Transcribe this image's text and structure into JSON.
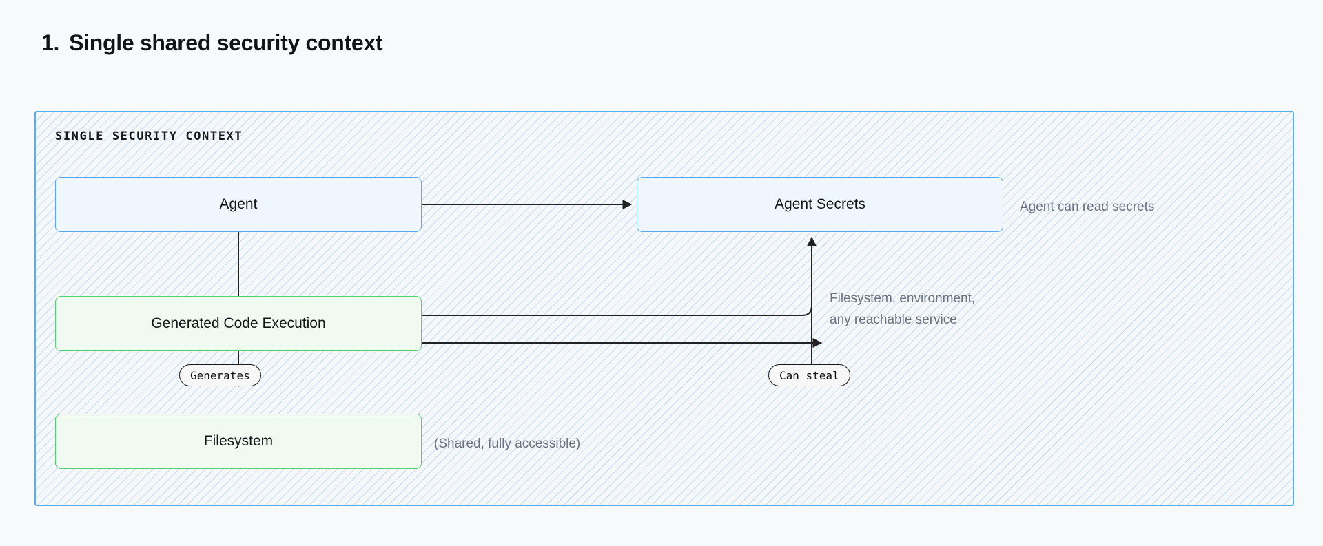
{
  "heading": {
    "number": "1.",
    "title": "Single shared security context"
  },
  "diagram": {
    "container_label": "SINGLE SECURITY CONTEXT",
    "nodes": [
      {
        "id": "agent",
        "label": "Agent",
        "kind": "blue"
      },
      {
        "id": "secrets",
        "label": "Agent Secrets",
        "kind": "blue"
      },
      {
        "id": "codeexec",
        "label": "Generated Code Execution",
        "kind": "green"
      },
      {
        "id": "filesystem",
        "label": "Filesystem",
        "kind": "green"
      }
    ],
    "edges": [
      {
        "from": "agent",
        "to": "secrets",
        "label": ""
      },
      {
        "from": "agent",
        "to": "codeexec",
        "label": "Generates"
      },
      {
        "from": "codeexec",
        "to": "secrets",
        "label": "Can steal"
      },
      {
        "from": "codeexec",
        "to": "reach",
        "label": ""
      }
    ],
    "edge_labels": {
      "generates": "Generates",
      "can_steal": "Can steal"
    },
    "annotations": {
      "agent_can_read_secrets": "Agent can read secrets",
      "reachable": "Filesystem, environment,\nany reachable service",
      "filesystem_shared": "(Shared, fully accessible)"
    }
  },
  "colors": {
    "page_background": "#f8f9fa",
    "container_border": "#54aef2",
    "container_fill": "#f5f8fb",
    "hatch_line": "#c3d9f2",
    "blue_node_fill": "#eff6fe",
    "blue_node_border": "#5aa9f0",
    "green_node_fill": "#f0faf0",
    "green_node_border": "#56cd77",
    "edge_stroke": "#222222",
    "annotation_text": "#6b7280",
    "heading_text": "#111417"
  }
}
